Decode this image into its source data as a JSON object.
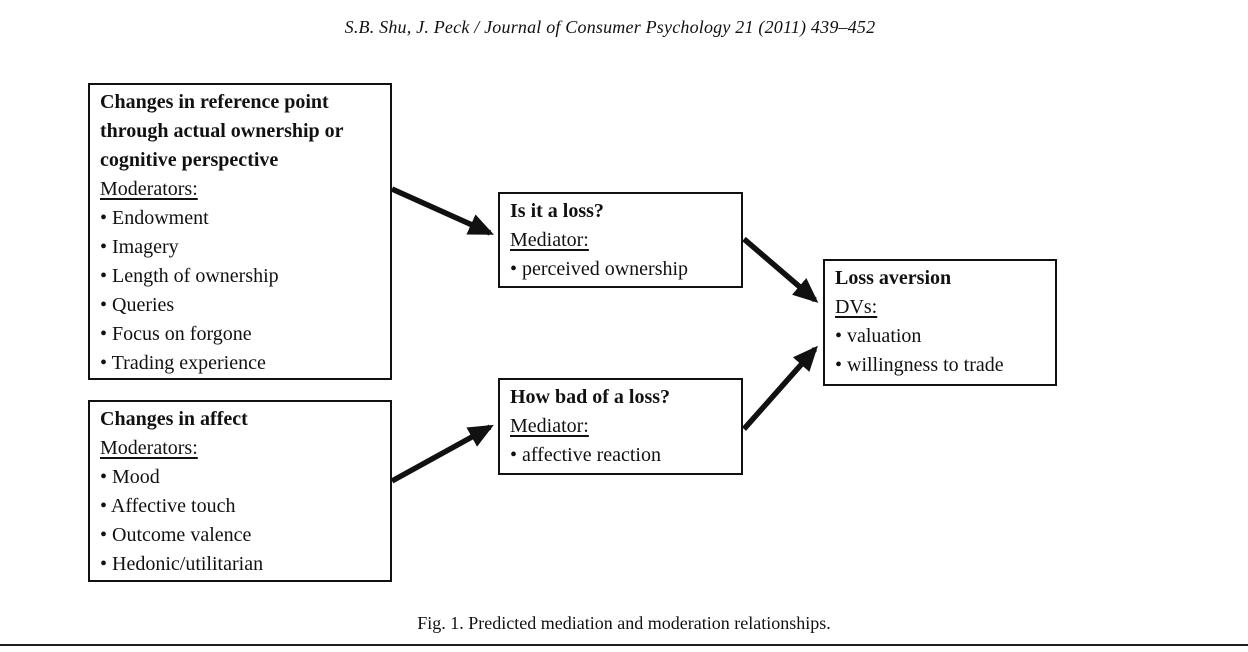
{
  "page": {
    "running_head": "S.B. Shu, J. Peck / Journal of Consumer Psychology 21 (2011) 439–452",
    "figure_caption": "Fig. 1. Predicted mediation and moderation relationships."
  },
  "diagram": {
    "boxes": {
      "reference_point": {
        "title": "Changes in reference point through actual ownership or cognitive perspective",
        "label": "Moderators:",
        "items": [
          "• Endowment",
          "• Imagery",
          "• Length of ownership",
          "• Queries",
          "• Focus on forgone",
          "• Trading experience"
        ]
      },
      "affect": {
        "title": "Changes in affect",
        "label": "Moderators:",
        "items": [
          "• Mood",
          "• Affective touch",
          "• Outcome valence",
          "• Hedonic/utilitarian"
        ]
      },
      "is_loss": {
        "title": "Is it a loss?",
        "label": "Mediator:",
        "items": [
          "• perceived ownership"
        ]
      },
      "how_bad": {
        "title": "How bad of a loss?",
        "label": "Mediator:",
        "items": [
          "• affective reaction"
        ]
      },
      "loss_aversion": {
        "title": "Loss aversion",
        "label": "DVs:",
        "items": [
          "• valuation",
          "• willingness to trade"
        ]
      }
    },
    "arrows": [
      {
        "from": "reference_point",
        "to": "is_loss"
      },
      {
        "from": "affect",
        "to": "how_bad"
      },
      {
        "from": "is_loss",
        "to": "loss_aversion"
      },
      {
        "from": "how_bad",
        "to": "loss_aversion"
      }
    ]
  },
  "colors": {
    "ink": "#111111",
    "background": "#ffffff"
  }
}
